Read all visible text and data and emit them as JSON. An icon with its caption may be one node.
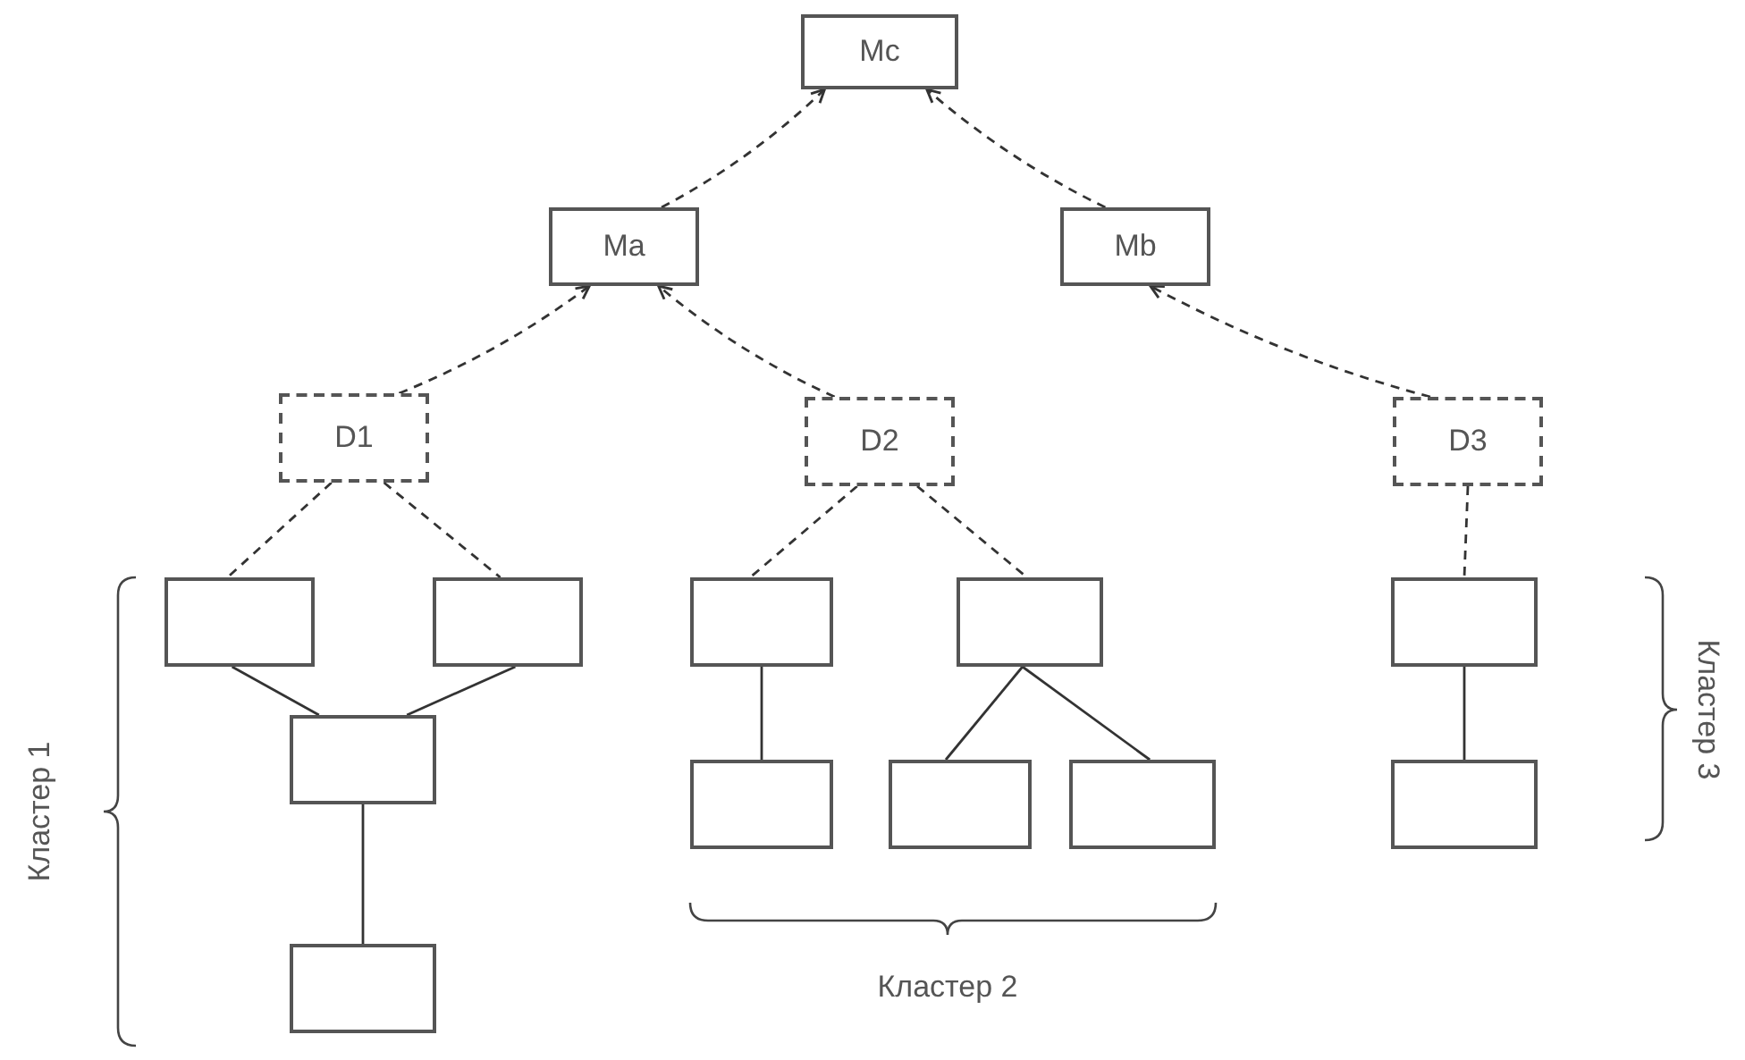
{
  "diagram": {
    "nodes": [
      {
        "text": [
          "Mc"
        ]
      },
      {
        "text": [
          "Ma"
        ]
      },
      {
        "text": [
          "Mb"
        ]
      },
      {
        "text": [
          "D1"
        ]
      },
      {
        "text": [
          "D2"
        ]
      },
      {
        "text": [
          "D3"
        ]
      },
      {
        "text": [],
        "shape": "box"
      },
      {
        "text": [],
        "shape": "box"
      },
      {
        "text": [],
        "shape": "box"
      },
      {
        "text": [],
        "shape": "box"
      },
      {
        "text": [],
        "shape": "box"
      },
      {
        "text": [],
        "shape": "box"
      },
      {
        "text": [],
        "shape": "box"
      },
      {
        "text": [],
        "shape": "box"
      },
      {
        "text": [],
        "shape": "box"
      },
      {
        "text": [],
        "shape": "box"
      },
      {
        "text": [],
        "shape": "box"
      }
    ],
    "edges": [
      {
        "from": 3,
        "to": 1,
        "arrow": "to",
        "style": "dashed"
      },
      {
        "from": 4,
        "to": 1,
        "arrow": "to",
        "style": "dashed"
      },
      {
        "from": 5,
        "to": 2,
        "arrow": "to",
        "style": "dashed"
      },
      {
        "from": 1,
        "to": 0,
        "arrow": "to",
        "style": "dashed"
      },
      {
        "from": 2,
        "to": 0,
        "arrow": "to",
        "style": "dashed"
      },
      {
        "from": 3,
        "to": 6,
        "arrow": "none",
        "style": "dashed"
      },
      {
        "from": 3,
        "to": 7,
        "arrow": "none",
        "style": "dashed"
      },
      {
        "from": 4,
        "to": 8,
        "arrow": "none",
        "style": "dashed"
      },
      {
        "from": 4,
        "to": 9,
        "arrow": "none",
        "style": "dashed"
      },
      {
        "from": 5,
        "to": 10,
        "arrow": "none",
        "style": "dashed"
      },
      {
        "from": 6,
        "to": 11,
        "arrow": "none"
      },
      {
        "from": 7,
        "to": 11,
        "arrow": "none"
      },
      {
        "from": 11,
        "to": 16,
        "arrow": "none"
      },
      {
        "from": 8,
        "to": 12,
        "arrow": "none"
      },
      {
        "from": 9,
        "to": 13,
        "arrow": "none"
      },
      {
        "from": 9,
        "to": 14,
        "arrow": "none"
      },
      {
        "from": 10,
        "to": 15,
        "arrow": "none"
      }
    ],
    "labels": [
      "Кластер 1",
      "Кластер 2",
      "Кластер 3"
    ]
  }
}
